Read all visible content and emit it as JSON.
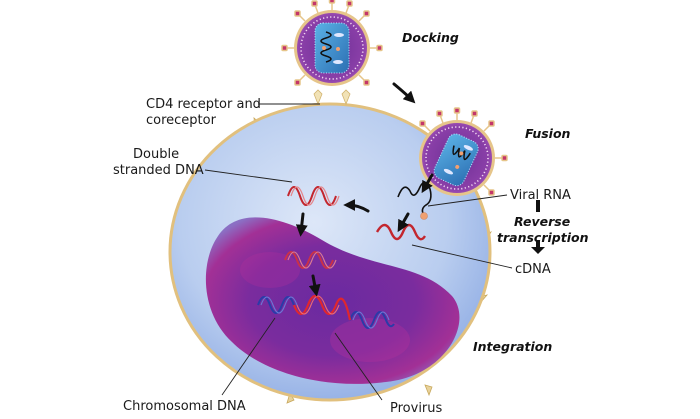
{
  "title": "HIV replication cycle",
  "steps": {
    "docking": "Docking",
    "fusion": "Fusion",
    "reverse_line1": "Reverse",
    "reverse_line2": "transcription",
    "integration": "Integration"
  },
  "labels": {
    "cd4_line1": "CD4 receptor and",
    "cd4_line2": "coreceptor",
    "dsdna_line1": "Double",
    "dsdna_line2": "stranded DNA",
    "viral_rna": "Viral RNA",
    "cdna": "cDNA",
    "chromosomal_dna": "Chromosomal DNA",
    "provirus": "Provirus"
  },
  "colors": {
    "cell_fill": "#b9cdef",
    "cell_border": "#e1c07e",
    "nucleus": "#6a2a9c",
    "nucleus_highlight": "#b0268f",
    "virus_shell": "#8a3fa8",
    "virus_envelope": "#e6c58a",
    "spike": "#c4366a",
    "capsid": "#3a8fcf",
    "viral_dna": "#c3262e",
    "host_dna": "#2b3ba8",
    "arrow": "#111111"
  }
}
